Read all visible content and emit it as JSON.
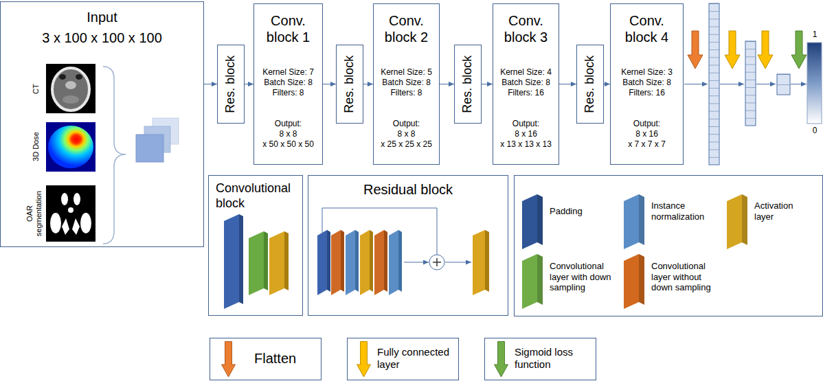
{
  "diagram": {
    "nodes": [
      {
        "text": [
          "Input",
          "3 x 100 x 100 x 100"
        ]
      },
      {
        "text": [
          "Res. block"
        ]
      },
      {
        "text": [
          "Conv. block 1",
          "Kernel Size: 7",
          "Batch Size: 8",
          "Filters: 8",
          "Output:",
          "8 x 8",
          "x 50 x 50 x 50"
        ]
      },
      {
        "text": [
          "Res. block"
        ]
      },
      {
        "text": [
          "Conv. block 2",
          "Kernel Size: 5",
          "Batch Size: 8",
          "Filters: 8",
          "Output:",
          "8 x 8",
          "x 25 x 25 x 25"
        ]
      },
      {
        "text": [
          "Res. block"
        ]
      },
      {
        "text": [
          "Conv. block 3",
          "Kernel Size: 4",
          "Batch Size: 8",
          "Filters: 16",
          "Output:",
          "8 x 16",
          "x 13 x 13 x 13"
        ]
      },
      {
        "text": [
          "Res. block"
        ]
      },
      {
        "text": [
          "Conv. block 4",
          "Kernel Size: 3",
          "Batch Size: 8",
          "Filters: 16",
          "Output:",
          "8 x 16",
          "x 7 x 7 x 7"
        ]
      },
      {
        "text": [
          "Convolutional block"
        ]
      },
      {
        "text": [
          "Residual block"
        ]
      }
    ],
    "edges": [
      {
        "from": 0,
        "to": 1,
        "arrow": "to"
      },
      {
        "from": 1,
        "to": 2,
        "arrow": "to"
      },
      {
        "from": 2,
        "to": 3,
        "arrow": "to"
      },
      {
        "from": 3,
        "to": 4,
        "arrow": "to"
      },
      {
        "from": 4,
        "to": 5,
        "arrow": "to"
      },
      {
        "from": 5,
        "to": 6,
        "arrow": "to"
      },
      {
        "from": 6,
        "to": 7,
        "arrow": "to"
      },
      {
        "from": 7,
        "to": 8,
        "arrow": "to"
      }
    ],
    "labels": [
      "CT",
      "3D Dose",
      "OAR segmentation",
      "1",
      "0"
    ],
    "legend": [
      {
        "text": "Padding",
        "color": "#2f5597"
      },
      {
        "text": "Instance normalization",
        "color": "#5b8ec7"
      },
      {
        "text": "Activation layer",
        "color": "#d4a520"
      },
      {
        "text": "Convolutional layer with down sampling",
        "color": "#70ad47"
      },
      {
        "text": "Convolutional layer without down sampling",
        "color": "#d2691e"
      },
      {
        "text": "Flatten"
      },
      {
        "text": "Fully connected layer"
      },
      {
        "text": "Sigmoid loss function"
      }
    ]
  }
}
